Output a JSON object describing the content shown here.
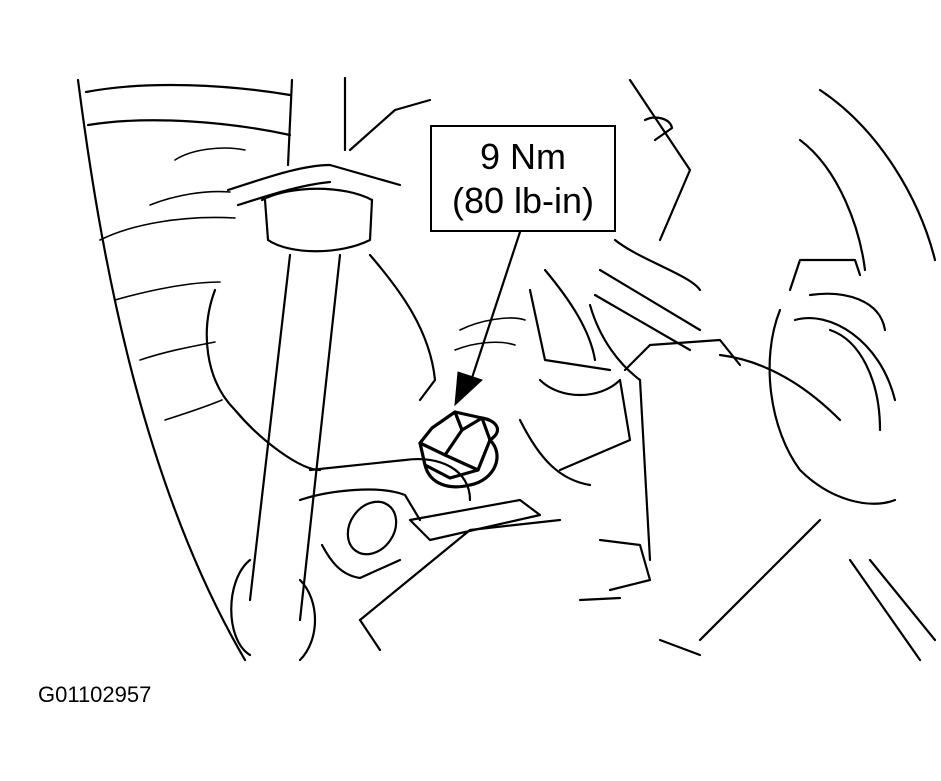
{
  "callout": {
    "torque_nm": "9 Nm",
    "torque_lbin": "(80 lb-in)"
  },
  "figure_id": "G01102957",
  "colors": {
    "line": "#000000",
    "background": "#ffffff"
  }
}
